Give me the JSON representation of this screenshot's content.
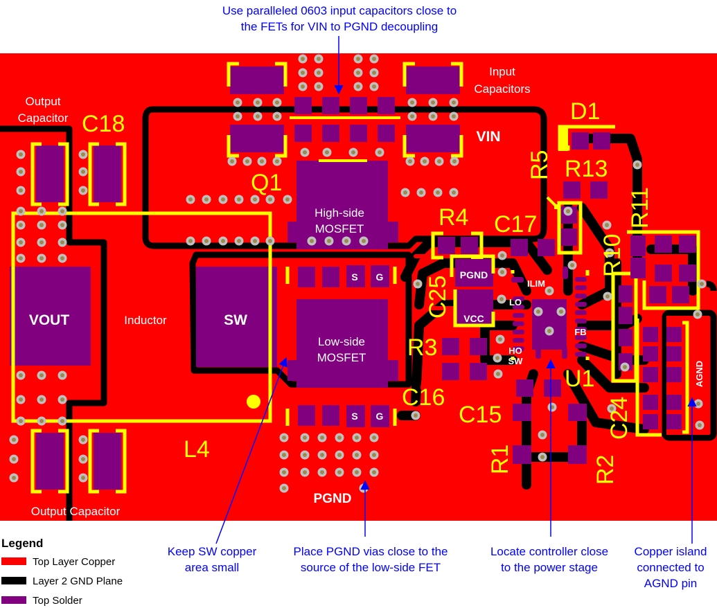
{
  "colors": {
    "top_layer_copper": "#ff0000",
    "layer2_gnd_plane": "#000000",
    "top_solder": "#800080",
    "silkscreen": "#ffff00",
    "annotation": "#0000ff",
    "via": "#c0c0c0"
  },
  "notes": {
    "input_caps_line1": "Use paralleled 0603 input capacitors close to",
    "input_caps_line2": "the FETs for VIN to PGND decoupling",
    "sw_line1": "Keep SW copper",
    "sw_line2": "area small",
    "pgnd_line1": "Place PGND vias close to the",
    "pgnd_line2": "source of the low-side FET",
    "ctrl_line1": "Locate controller close",
    "ctrl_line2": "to the power stage",
    "island_line1": "Copper island",
    "island_line2": "connected to",
    "island_line3": "AGND pin"
  },
  "board_labels": {
    "output_cap_top_line1": "Output",
    "output_cap_top_line2": "Capacitor",
    "output_cap_bottom": "Output Capacitor",
    "input_caps_line1": "Input",
    "input_caps_line2": "Capacitors",
    "vin": "VIN",
    "vout": "VOUT",
    "inductor": "Inductor",
    "sw": "SW",
    "high_side_line1": "High-side",
    "high_side_line2": "MOSFET",
    "low_side_line1": "Low-side",
    "low_side_line2": "MOSFET",
    "pgnd": "PGND",
    "pgnd_pad": "PGND",
    "vcc_pad": "VCC",
    "agnd": "AGND",
    "s": "S",
    "g": "G",
    "ilim": "ILIM",
    "lo": "LO",
    "ho": "HO",
    "sw_pin": "SW",
    "fb": "FB"
  },
  "refdes": {
    "c18": "C18",
    "q1": "Q1",
    "d1": "D1",
    "r5": "R5",
    "r13": "R13",
    "r11": "R11",
    "r4": "R4",
    "c17": "C17",
    "r10": "R10",
    "c25": "C25",
    "r3": "R3",
    "c16": "C16",
    "c15": "C15",
    "u1": "U1",
    "c24": "C24",
    "r1": "R1",
    "r2": "R2",
    "l4": "L4"
  },
  "legend": {
    "title": "Legend",
    "items": [
      {
        "label": "Top Layer Copper",
        "color": "#ff0000"
      },
      {
        "label": "Layer 2 GND Plane",
        "color": "#000000"
      },
      {
        "label": "Top Solder",
        "color": "#800080"
      }
    ]
  }
}
